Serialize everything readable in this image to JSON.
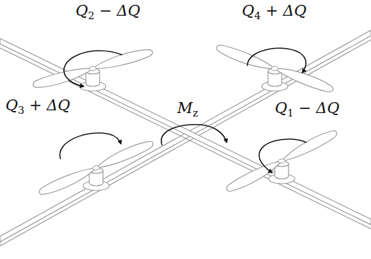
{
  "diagram": {
    "labels": [
      "Q2 − ΔQ",
      "Q4 + ΔQ",
      "Q3 + ΔQ",
      "Mz",
      "Q1 − ΔQ"
    ]
  }
}
